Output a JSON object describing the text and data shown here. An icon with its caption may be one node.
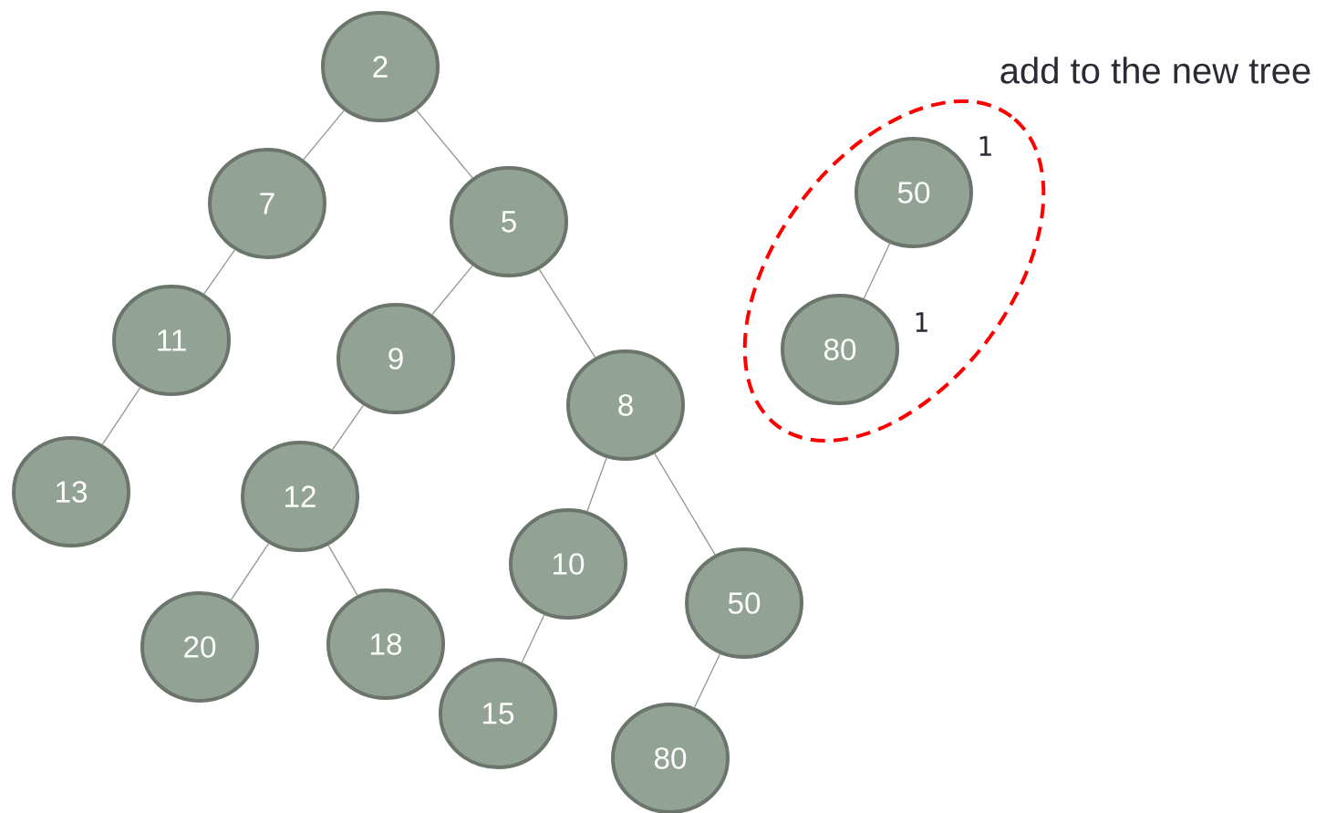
{
  "diagram": {
    "nodes": [
      {
        "text": [
          "2"
        ]
      },
      {
        "text": [
          "7"
        ]
      },
      {
        "text": [
          "5"
        ]
      },
      {
        "text": [
          "11"
        ]
      },
      {
        "text": [
          "9"
        ]
      },
      {
        "text": [
          "8"
        ]
      },
      {
        "text": [
          "13"
        ]
      },
      {
        "text": [
          "12"
        ]
      },
      {
        "text": [
          "10"
        ]
      },
      {
        "text": [
          "50"
        ]
      },
      {
        "text": [
          "20"
        ]
      },
      {
        "text": [
          "18"
        ]
      },
      {
        "text": [
          "15"
        ]
      },
      {
        "text": [
          "80"
        ]
      },
      {
        "text": [],
        "shape": "ellipse"
      },
      {
        "text": [
          "50"
        ],
        "in": 14,
        "beside": [
          "1"
        ]
      },
      {
        "text": [
          "80"
        ],
        "in": 14,
        "beside": [
          "1"
        ]
      }
    ],
    "edges": [
      {
        "from": 0,
        "to": 1,
        "arrow": "none"
      },
      {
        "from": 0,
        "to": 2,
        "arrow": "none"
      },
      {
        "from": 1,
        "to": 3,
        "arrow": "none"
      },
      {
        "from": 2,
        "to": 4,
        "arrow": "none"
      },
      {
        "from": 2,
        "to": 5,
        "arrow": "none"
      },
      {
        "from": 3,
        "to": 6,
        "arrow": "none"
      },
      {
        "from": 4,
        "to": 7,
        "arrow": "none"
      },
      {
        "from": 5,
        "to": 8,
        "arrow": "none"
      },
      {
        "from": 5,
        "to": 9,
        "arrow": "none"
      },
      {
        "from": 7,
        "to": 10,
        "arrow": "none"
      },
      {
        "from": 7,
        "to": 11,
        "arrow": "none"
      },
      {
        "from": 8,
        "to": 12,
        "arrow": "none"
      },
      {
        "from": 9,
        "to": 13,
        "arrow": "none"
      },
      {
        "from": 15,
        "to": 16,
        "arrow": "none"
      }
    ],
    "labels": [
      "add to the new tree"
    ]
  }
}
